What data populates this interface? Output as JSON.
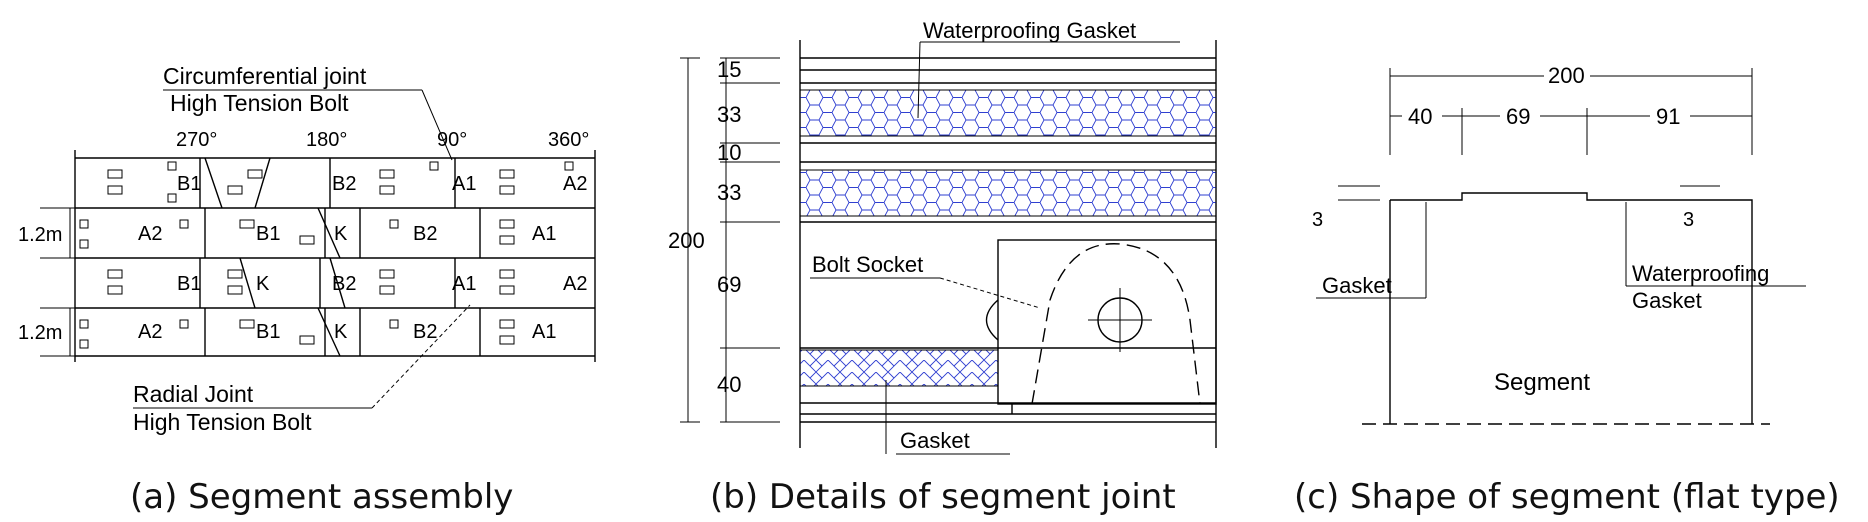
{
  "panel_a": {
    "callout_top_line1": "Circumferential joint",
    "callout_top_line2": "High Tension Bolt",
    "angles": [
      "270°",
      "180°",
      "90°",
      "360°"
    ],
    "rows": [
      [
        "B1",
        "B2",
        "A1",
        "A2"
      ],
      [
        "A2",
        "B1",
        "K",
        "B2",
        "A1"
      ],
      [
        "B1",
        "K",
        "B2",
        "A1",
        "A2"
      ],
      [
        "A2",
        "B1",
        "K",
        "B2",
        "A1"
      ]
    ],
    "ring_width_labels": [
      "1.2m",
      "1.2m"
    ],
    "callout_bottom_line1": "Radial Joint",
    "callout_bottom_line2": "High Tension Bolt",
    "caption": "(a) Segment assembly"
  },
  "panel_b": {
    "dims": [
      "15",
      "33",
      "10",
      "33",
      "69",
      "40"
    ],
    "total": "200",
    "label_gasket_top": "Waterproofing Gasket",
    "label_socket": "Bolt Socket",
    "label_gasket_bottom": "Gasket",
    "caption": "(b) Details of segment joint"
  },
  "panel_c": {
    "total": "200",
    "dims": [
      "40",
      "69",
      "91"
    ],
    "small_dim_left": "3",
    "small_dim_right": "3",
    "label_gasket": "Gasket",
    "label_wp_line1": "Waterproofing",
    "label_wp_line2": "Gasket",
    "label_segment": "Segment",
    "caption": "(c) Shape of segment (flat type)"
  }
}
